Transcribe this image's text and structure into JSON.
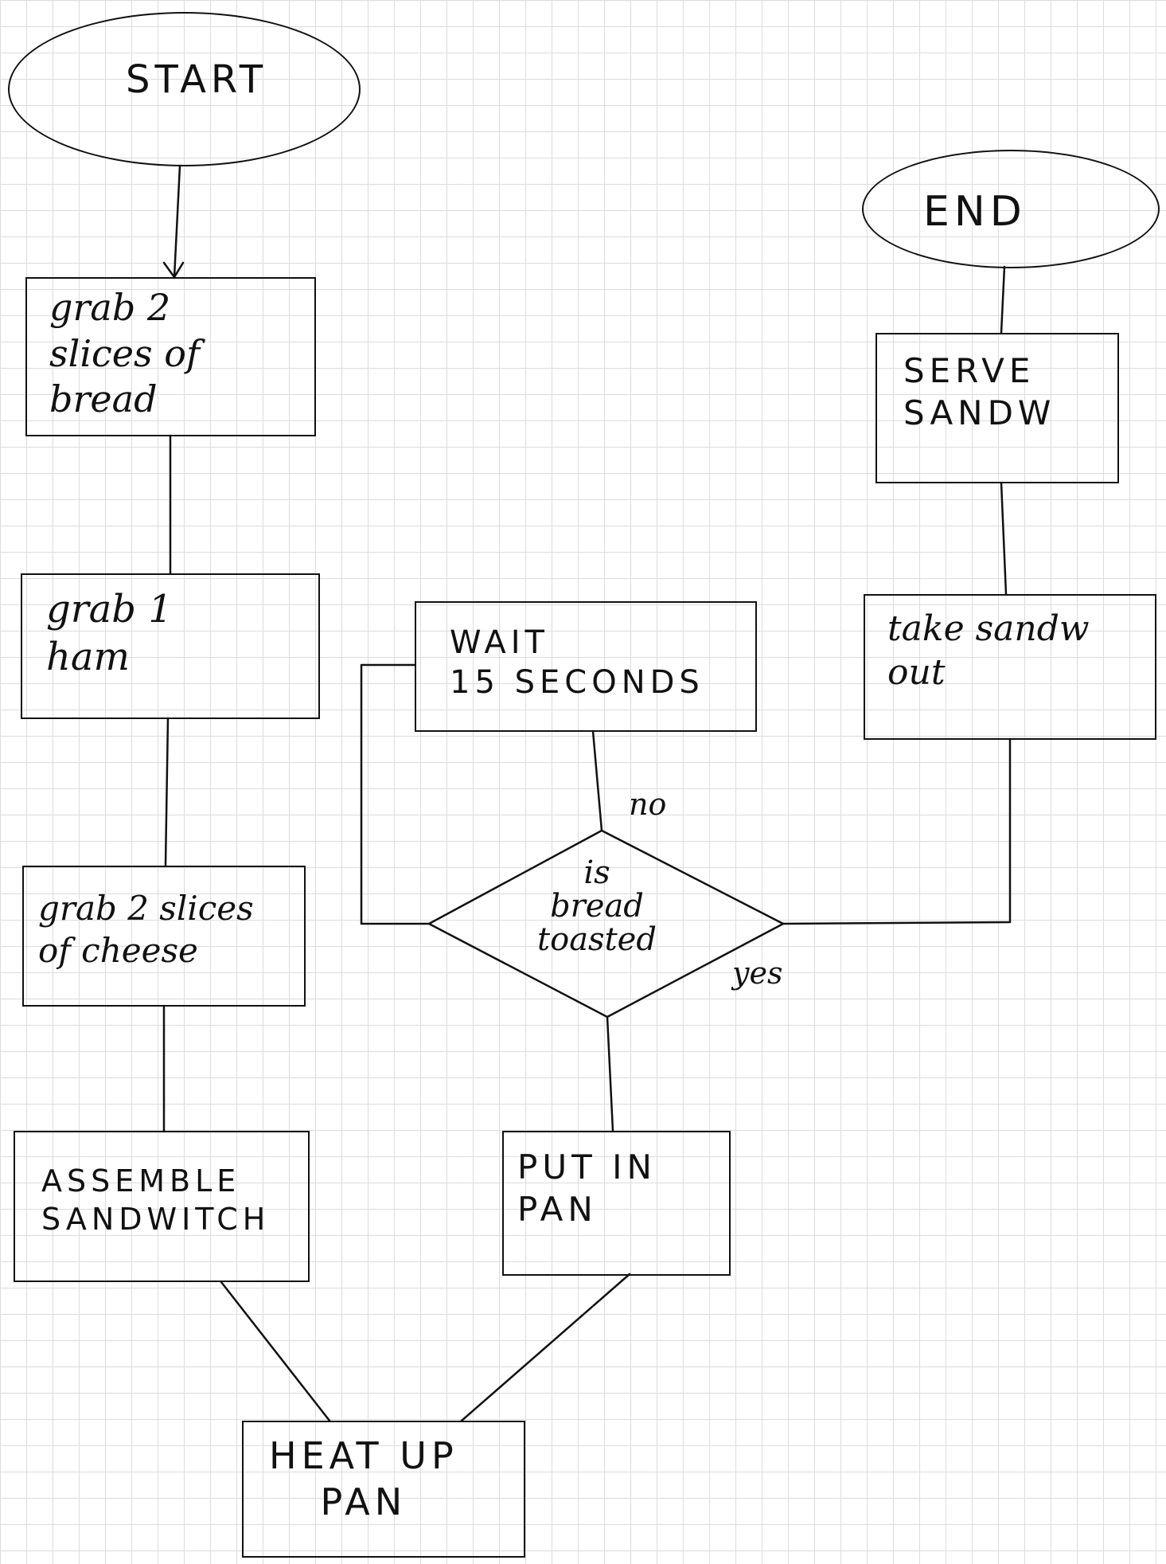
{
  "nodes": {
    "start": "START",
    "grab_bread": "grab 2\nslices of\nbread",
    "grab_ham": "grab 1\nham",
    "grab_cheese": "grab 2 slices\nof cheese",
    "assemble": "ASSEMBLE\nSANDWITCH",
    "heat_pan": "HEAT UP\nPAN",
    "put_in_pan": "PUT IN\nPAN",
    "decision": "is\nbread\ntoasted",
    "wait": "WAIT\n15 SECONDS",
    "take_out": "take sandw\nout",
    "serve": "SERVE\nSANDW",
    "end": "END"
  },
  "edge_labels": {
    "no": "no",
    "yes": "yes"
  }
}
